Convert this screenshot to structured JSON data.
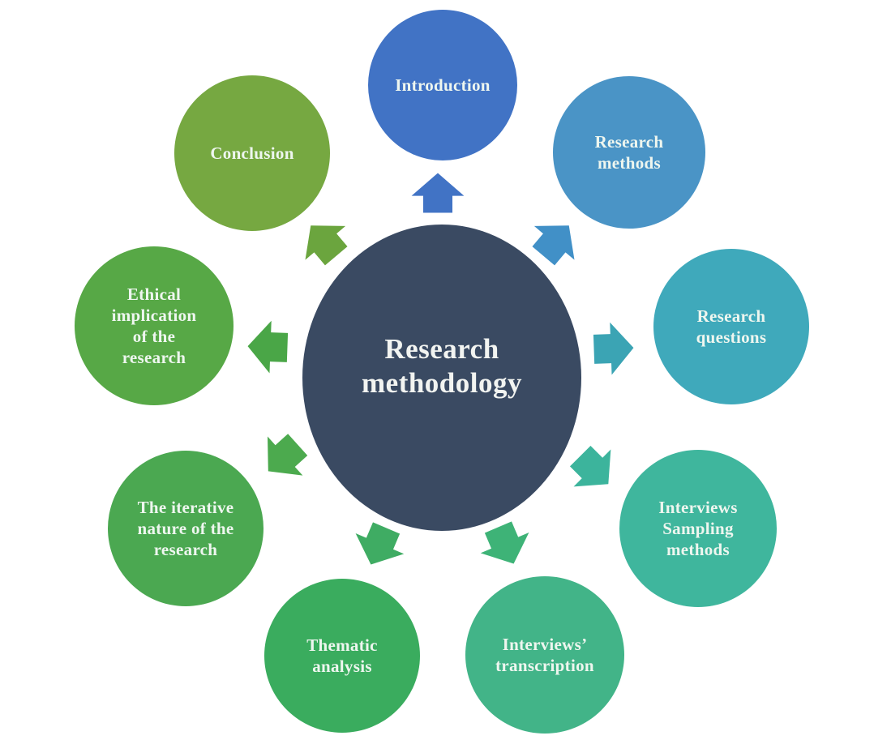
{
  "diagram": {
    "background": "#ffffff",
    "center": {
      "label": "Research\nmethodology",
      "color": "#3a4a62",
      "text_color": "#f2f4f1"
    },
    "nodes": [
      {
        "id": "introduction",
        "label": "Introduction",
        "color": "#4173c5"
      },
      {
        "id": "research-methods",
        "label": "Research\nmethods",
        "color": "#4a94c6"
      },
      {
        "id": "research-questions",
        "label": "Research\nquestions",
        "color": "#3fa9bb"
      },
      {
        "id": "interviews-sampling-methods",
        "label": "Interviews\nSampling\nmethods",
        "color": "#3fb69d"
      },
      {
        "id": "interviews-transcription",
        "label": "Interviews’\ntranscription",
        "color": "#42b488"
      },
      {
        "id": "thematic-analysis",
        "label": "Thematic\nanalysis",
        "color": "#3aac5e"
      },
      {
        "id": "iterative-nature",
        "label": "The iterative\nnature of the\nresearch",
        "color": "#4ba851"
      },
      {
        "id": "ethical-implication",
        "label": "Ethical\nimplication\nof the\nresearch",
        "color": "#57a846"
      },
      {
        "id": "conclusion",
        "label": "Conclusion",
        "color": "#76a841"
      }
    ],
    "arrows": [
      {
        "id": "arrow-introduction",
        "direction": "up",
        "color": "#4173c5"
      },
      {
        "id": "arrow-research-methods",
        "direction": "up-right",
        "color": "#4190c7"
      },
      {
        "id": "arrow-research-questions",
        "direction": "right",
        "color": "#3ba4b4"
      },
      {
        "id": "arrow-interviews-sampling",
        "direction": "down-right",
        "color": "#3cb49c"
      },
      {
        "id": "arrow-interviews-transcription",
        "direction": "down",
        "color": "#3eb377"
      },
      {
        "id": "arrow-thematic-analysis",
        "direction": "down",
        "color": "#3fac63"
      },
      {
        "id": "arrow-iterative-nature",
        "direction": "down-left",
        "color": "#4caa4e"
      },
      {
        "id": "arrow-ethical-implication",
        "direction": "left",
        "color": "#4aa647"
      },
      {
        "id": "arrow-conclusion",
        "direction": "up-left",
        "color": "#6ba53e"
      }
    ]
  }
}
